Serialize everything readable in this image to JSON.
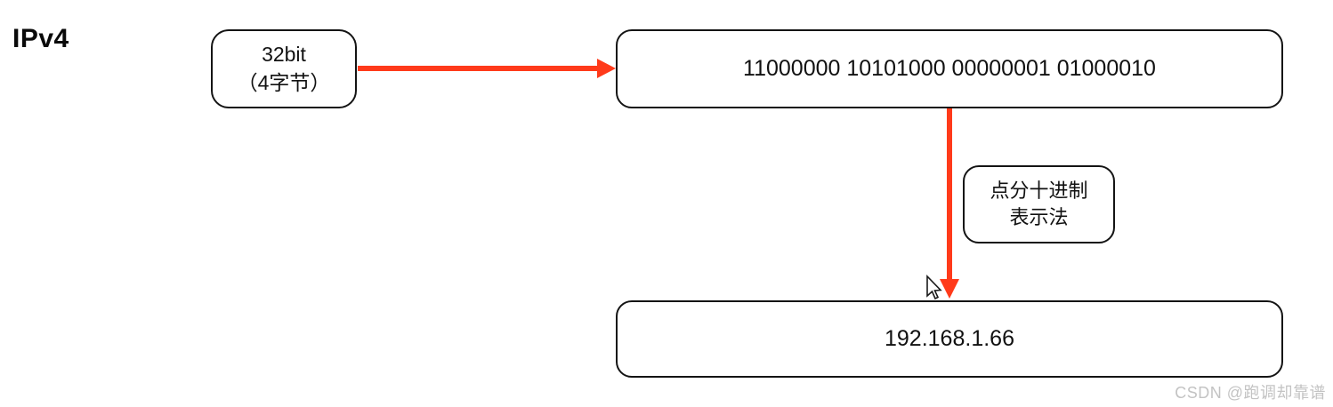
{
  "title": "IPv4",
  "accent_color": "#FF3A1A",
  "nodes": {
    "bits": {
      "line1": "32bit",
      "line2": "（4字节）"
    },
    "binary": {
      "label": "11000000 10101000 00000001 01000010"
    },
    "notation": {
      "line1": "点分十进制",
      "line2": "表示法"
    },
    "decimal": {
      "label": "192.168.1.66"
    }
  },
  "watermark": "CSDN @跑调却靠谱"
}
